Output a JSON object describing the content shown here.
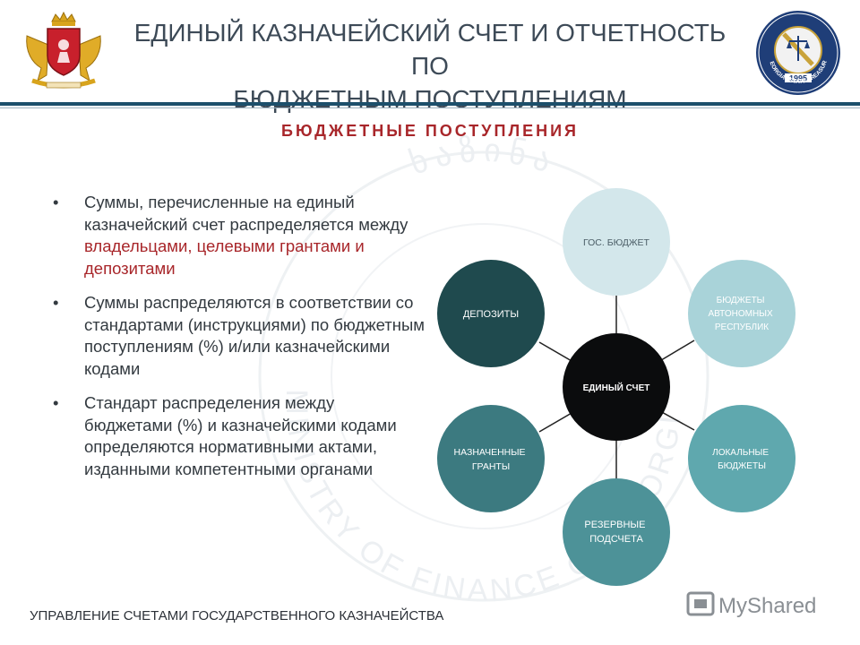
{
  "header": {
    "title_line1": "ЕДИНЫЙ КАЗНАЧЕЙСКИЙ СЧЕТ И ОТЧЕТНОСТЬ ПО",
    "title_line2": "БЮДЖЕТНЫМ ПОСТУПЛЕНИЯМ",
    "seal_year": "1995",
    "seal_ring_text": "GEORGIA · STATE TREASURY"
  },
  "subtitle": "БЮДЖЕТНЫЕ ПОСТУПЛЕНИЯ",
  "bullets": {
    "b1_before": "Суммы, перечисленные на единый казначейский счет распределяется между ",
    "b1_highlight": "владельцами, целевыми грантами и депозитами",
    "b2": "Суммы распределяются в соответствии со стандартами (инструкциями) по бюджетным поступлениям (%) и/или казначейскими кодами",
    "b3": "Стандарт распределения между бюджетами (%) и казначейскими кодами определяются нормативными актами, изданными компетентными органами"
  },
  "diagram": {
    "center": "ЕДИНЫЙ СЧЕТ",
    "nodes": [
      "ГОС. БЮДЖЕТ",
      "БЮДЖЕТЫ АВТОНОМНЫХ РЕСПУБЛИК",
      "ЛОКАЛЬНЫЕ БЮДЖЕТЫ",
      "РЕЗЕРВНЫЕ ПОДСЧЕТА",
      "НАЗНАЧЕННЫЕ ГРАНТЫ",
      "ДЕПОЗИТЫ"
    ]
  },
  "watermark": {
    "text_top": "ხაზინა",
    "text_bottom": "MINISTRY OF FINANCE OF GEORGIA"
  },
  "footer": "УПРАВЛЕНИЕ СЧЕТАМИ ГОСУДАРСТВЕННОГО КАЗНАЧЕЙСТВА",
  "brand": "MyShared",
  "colors": {
    "title": "#3d4a57",
    "accent_red": "#a8262a",
    "rule": "#1c4f6b",
    "center": "#0b0c0d",
    "node_dark": "#1f4a4e",
    "node_mid": "#3c7a80",
    "node_teal": "#5fa8ae",
    "node_light": "#a9d3d9",
    "node_pale": "#d3e7eb"
  }
}
